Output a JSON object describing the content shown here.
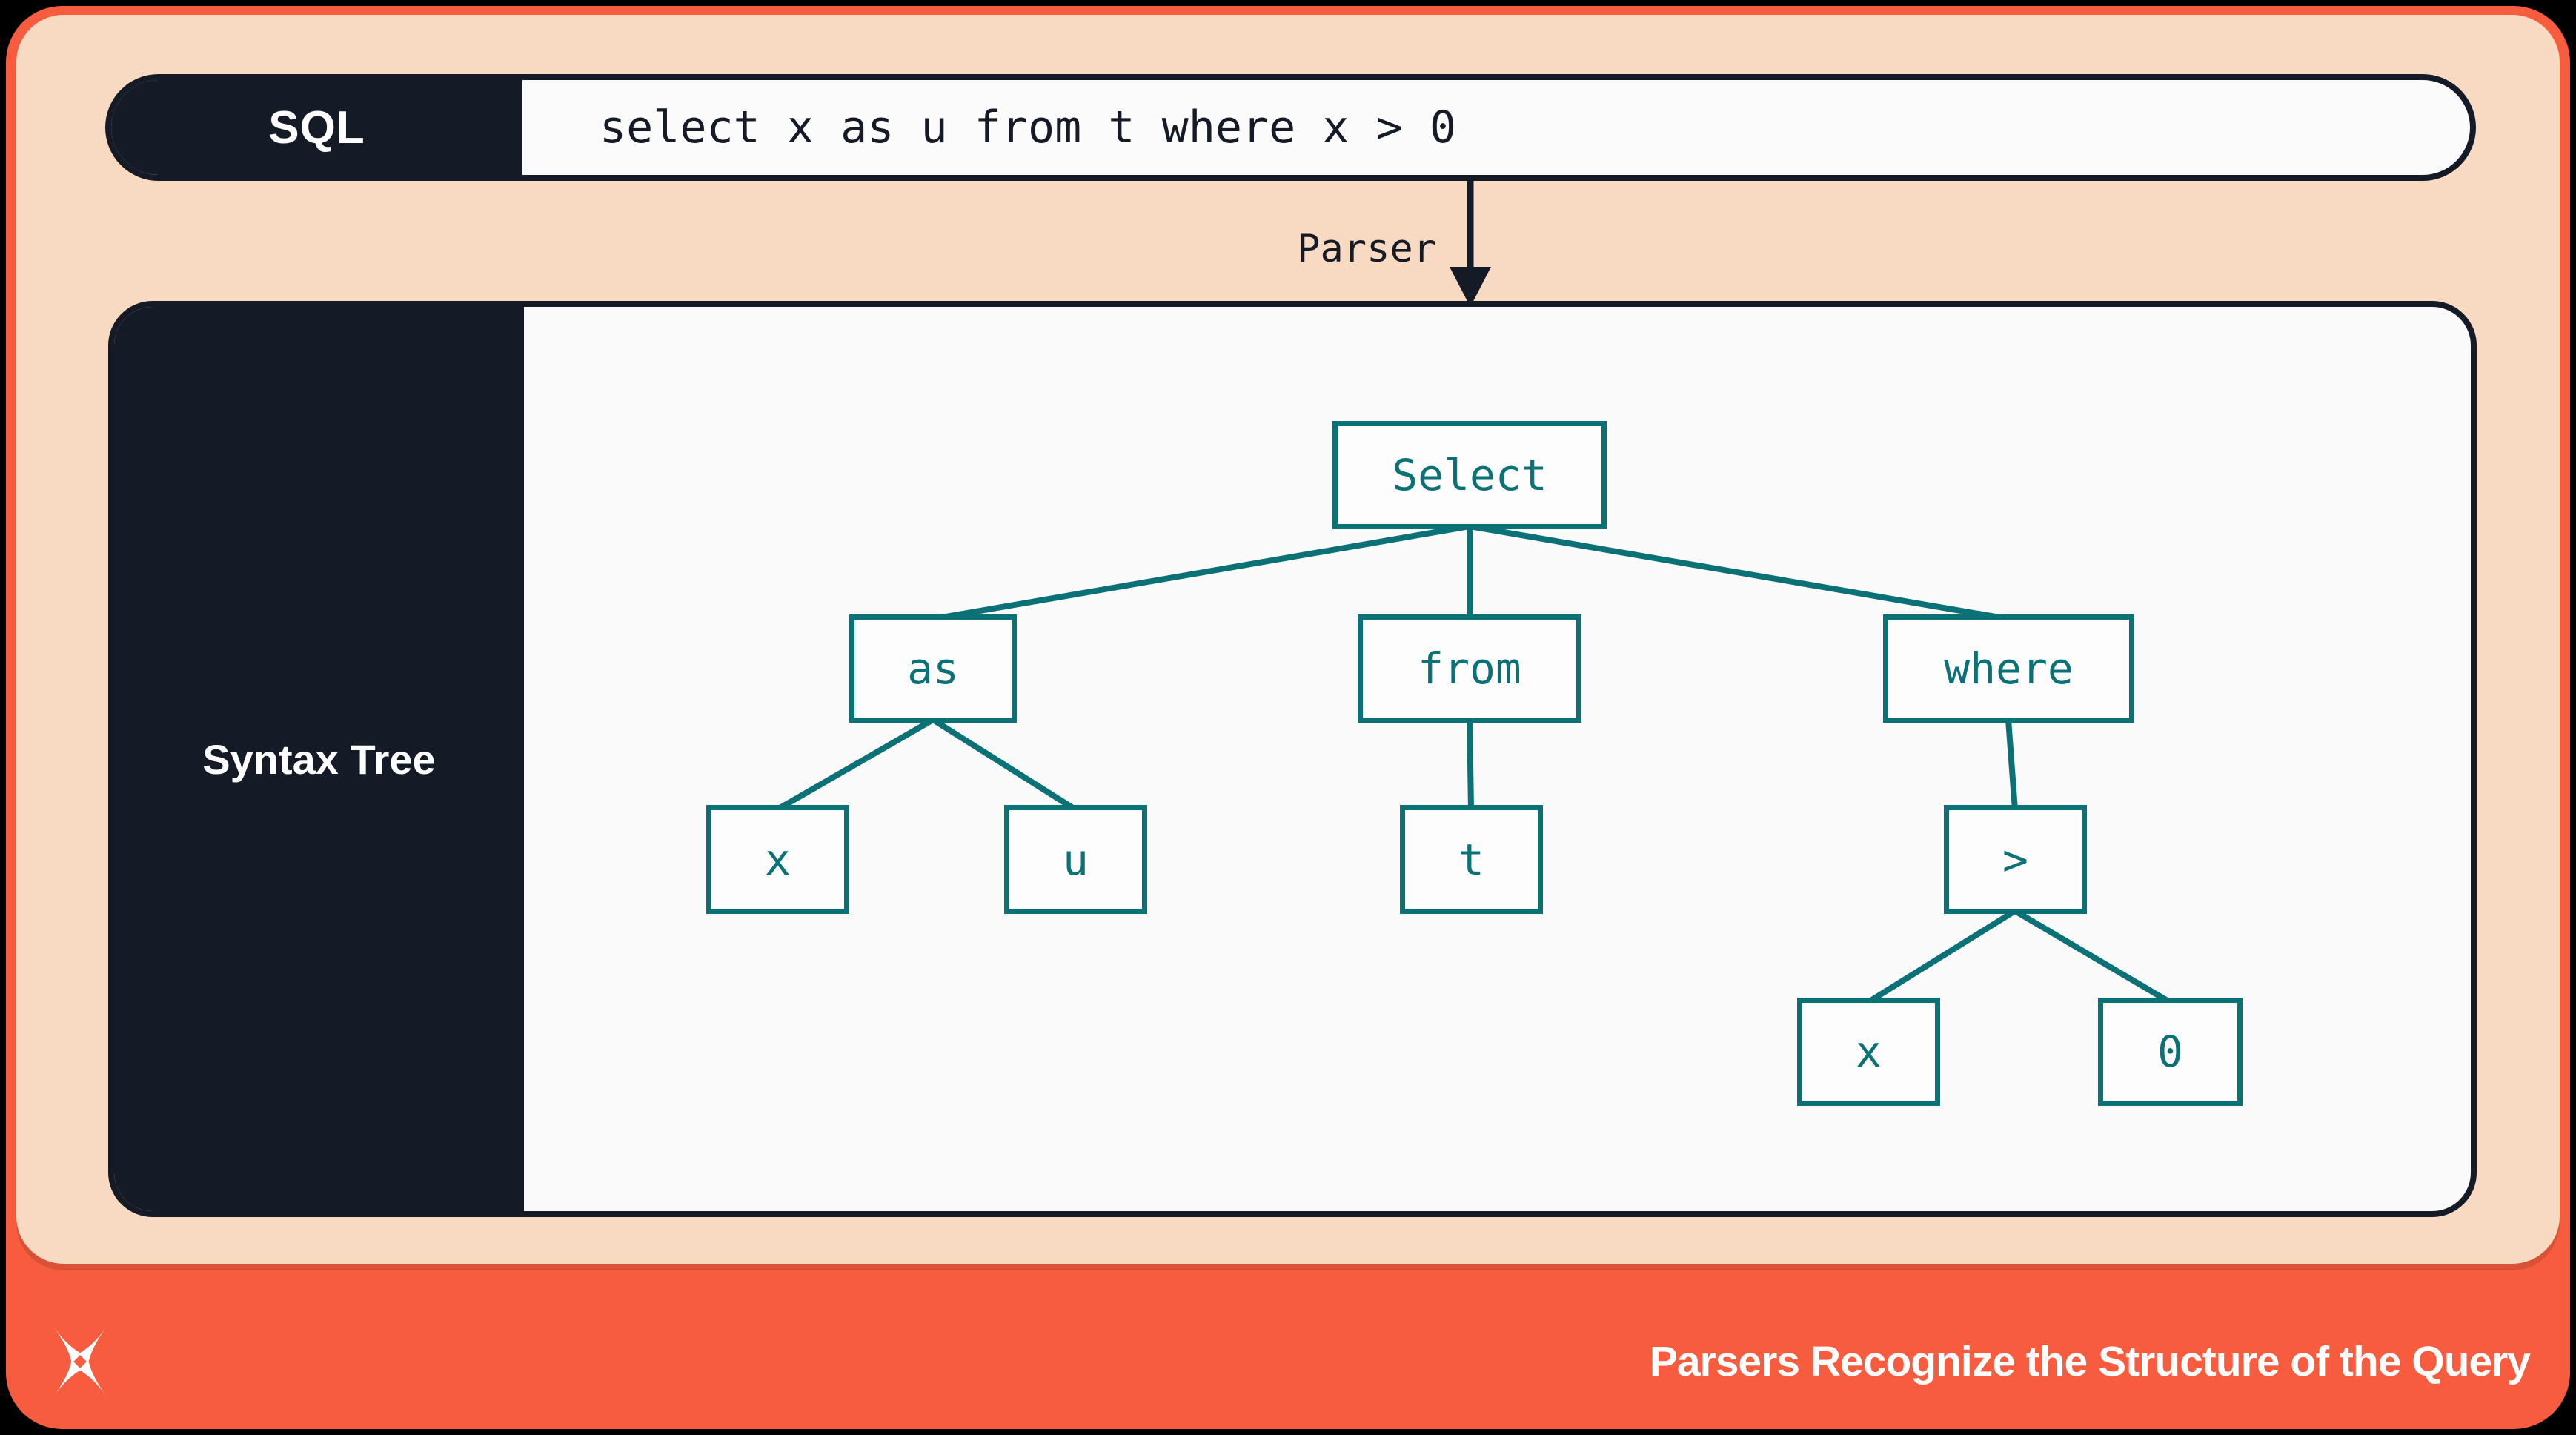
{
  "sql_bar": {
    "label": "SQL",
    "query": "select x as u from t where x > 0"
  },
  "parser_step": {
    "label": "Parser"
  },
  "syntax_tree": {
    "panel_label": "Syntax Tree",
    "nodes": {
      "select": "Select",
      "as": "as",
      "from": "from",
      "where": "where",
      "x1": "x",
      "u": "u",
      "t": "t",
      "gt": ">",
      "x2": "x",
      "zero": "0"
    },
    "edges": [
      [
        "select",
        "as"
      ],
      [
        "select",
        "from"
      ],
      [
        "select",
        "where"
      ],
      [
        "as",
        "x1"
      ],
      [
        "as",
        "u"
      ],
      [
        "from",
        "t"
      ],
      [
        "where",
        "gt"
      ],
      [
        "gt",
        "x2"
      ],
      [
        "gt",
        "zero"
      ]
    ]
  },
  "footer": {
    "caption": "Parsers Recognize the Structure of the Query",
    "logo_icon": "x-starburst-logo"
  },
  "colors": {
    "accent_orange": "#F85C3F",
    "peach": "#F8D9C1",
    "navy": "#141A26",
    "teal": "#0A7177",
    "card_white": "#FAFAFA"
  }
}
